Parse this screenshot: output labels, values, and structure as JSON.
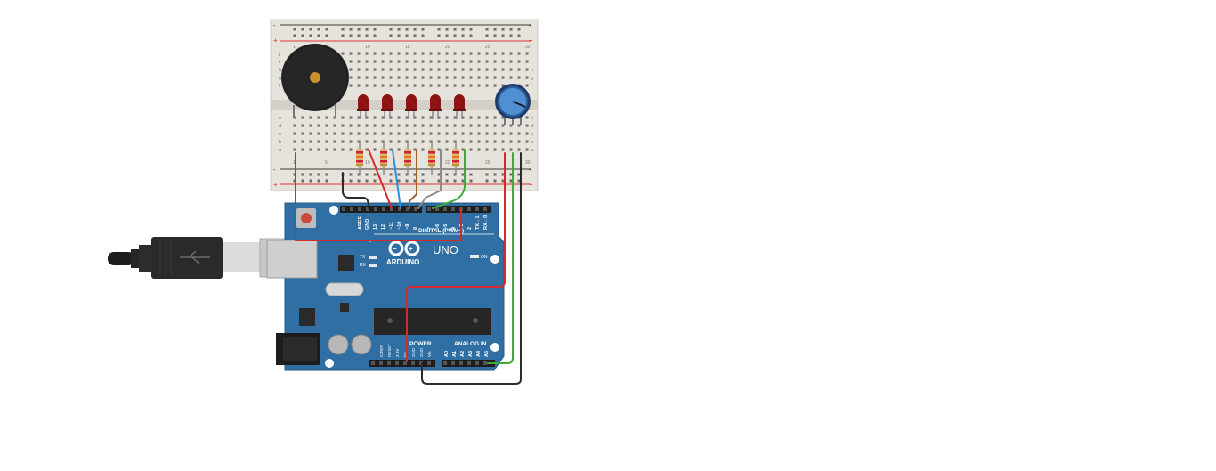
{
  "breadboard": {
    "rail_minus": "-",
    "rail_plus": "+",
    "row_letters_top": [
      "j",
      "i",
      "h",
      "g",
      "f"
    ],
    "row_letters_bottom": [
      "e",
      "d",
      "c",
      "b",
      "a"
    ],
    "column_numbers": [
      "1",
      "",
      "",
      "",
      "5",
      "",
      "",
      "",
      "",
      "10",
      "",
      "",
      "",
      "",
      "15",
      "",
      "",
      "",
      "",
      "20",
      "",
      "",
      "",
      "",
      "25",
      "",
      "",
      "",
      "",
      "30"
    ]
  },
  "arduino": {
    "logo_brand": "ARDUINO",
    "logo_model": "UNO",
    "digital_header": "DIGITAL (PWM~)",
    "power_header": "POWER",
    "analog_header": "ANALOG IN",
    "on_label": "ON",
    "tx_label": "TX",
    "rx_label": "RX",
    "l_label": "L",
    "digital_pins": [
      "AREF",
      "GND",
      "13",
      "12",
      "~11",
      "~10",
      "~9",
      "8",
      "7",
      "~6",
      "~5",
      "4",
      "~3",
      "2",
      "TX→1",
      "RX←0"
    ],
    "power_pins": [
      "IOREF",
      "RESET",
      "3.3V",
      "5V",
      "GND",
      "GND",
      "Vin"
    ],
    "analog_pins": [
      "A0",
      "A1",
      "A2",
      "A3",
      "A4",
      "A5"
    ]
  },
  "components": {
    "leds": 5,
    "resistors": 5,
    "buzzer": "piezo",
    "potentiometer": "rotary"
  },
  "colors": {
    "breadboard": "#e6e3dc",
    "board": "#2f6fa4",
    "led": "#8d1414",
    "wire_red": "#d42a2a",
    "wire_black": "#2b2b2b",
    "wire_green": "#3cab3c",
    "wire_blue": "#2d8fd6",
    "wire_brown": "#a0612a",
    "wire_gray": "#8c8c8c"
  }
}
